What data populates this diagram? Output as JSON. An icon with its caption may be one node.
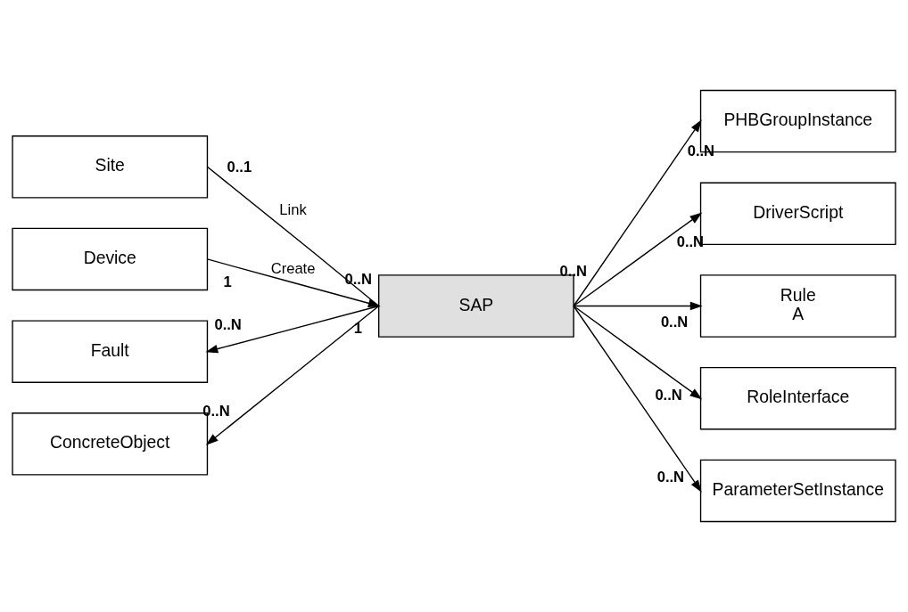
{
  "diagram": {
    "nodes": [
      {
        "text": [
          "Site"
        ]
      },
      {
        "text": [
          "Device"
        ]
      },
      {
        "text": [
          "Fault"
        ]
      },
      {
        "text": [
          "ConcreteObject"
        ]
      },
      {
        "text": [
          "SAP"
        ]
      },
      {
        "text": [
          "PHBGroupInstance"
        ]
      },
      {
        "text": [
          "DriverScript"
        ]
      },
      {
        "text": [
          "Rule",
          "A"
        ]
      },
      {
        "text": [
          "RoleInterface"
        ]
      },
      {
        "text": [
          "ParameterSetInstance"
        ]
      }
    ],
    "edges": [
      {
        "from": 0,
        "to": 4,
        "arrow": "none",
        "label": "Link"
      },
      {
        "from": 1,
        "to": 4,
        "arrow": "to",
        "label": "Create"
      },
      {
        "from": 4,
        "to": 2,
        "arrow": "to"
      },
      {
        "from": 4,
        "to": 3,
        "arrow": "to"
      },
      {
        "from": 4,
        "to": 5,
        "arrow": "to"
      },
      {
        "from": 4,
        "to": 6,
        "arrow": "to"
      },
      {
        "from": 4,
        "to": 7,
        "arrow": "to"
      },
      {
        "from": 4,
        "to": 8,
        "arrow": "to"
      },
      {
        "from": 4,
        "to": 9,
        "arrow": "to"
      }
    ],
    "labels": [
      "0..1",
      "1",
      "0..N",
      "1",
      "0..N",
      "0..N",
      "0..N",
      "0..N",
      "0..N",
      "0..N",
      "0..N",
      "0..N"
    ]
  }
}
